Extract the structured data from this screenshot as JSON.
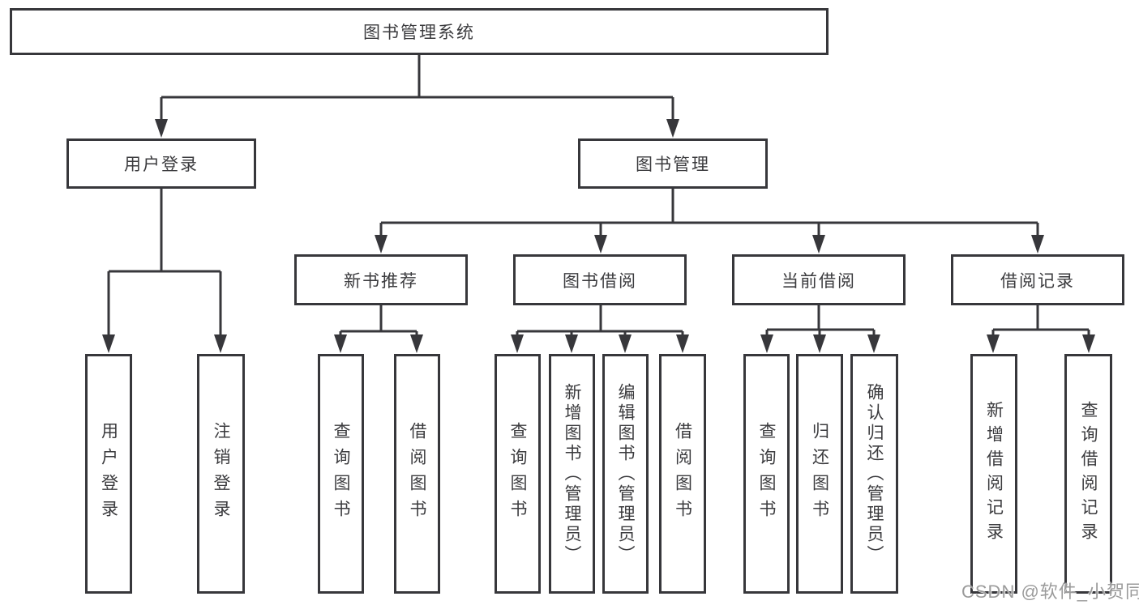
{
  "tree": {
    "root": "图书管理系统",
    "children": [
      {
        "label": "用户登录",
        "children": [
          {
            "label": "用户登录"
          },
          {
            "label": "注销登录"
          }
        ]
      },
      {
        "label": "图书管理",
        "children": [
          {
            "label": "新书推荐",
            "children": [
              {
                "label": "查询图书"
              },
              {
                "label": "借阅图书"
              }
            ]
          },
          {
            "label": "图书借阅",
            "children": [
              {
                "label": "查询图书"
              },
              {
                "label": "新增图书（管理员）"
              },
              {
                "label": "编辑图书（管理员）"
              },
              {
                "label": "借阅图书"
              }
            ]
          },
          {
            "label": "当前借阅",
            "children": [
              {
                "label": "查询图书"
              },
              {
                "label": "归还图书"
              },
              {
                "label": "确认归还（管理员）"
              }
            ]
          },
          {
            "label": "借阅记录",
            "children": [
              {
                "label": "新增借阅记录"
              },
              {
                "label": "查询借阅记录"
              }
            ]
          }
        ]
      }
    ]
  },
  "watermark": "CSDN @软件_小贺同学",
  "colors": {
    "line": "#37373b",
    "text": "#3b3b3e",
    "background": "#ffffff",
    "watermark": "#9b9b9b"
  }
}
